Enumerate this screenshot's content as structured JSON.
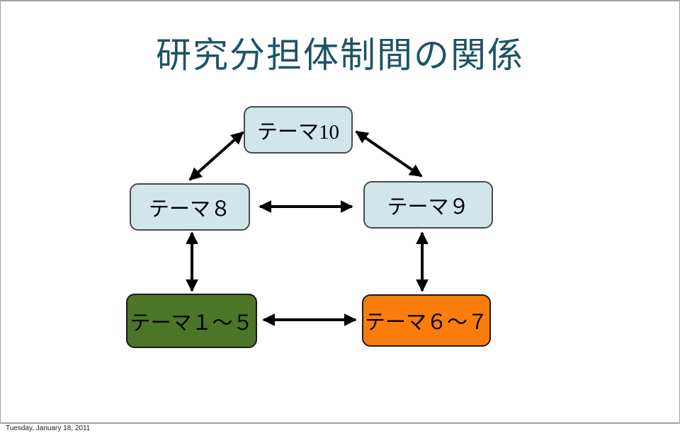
{
  "slide": {
    "title": "研究分担体制間の関係"
  },
  "colors": {
    "title_text": "#1e5366",
    "node_blue": "#d0e6ea",
    "node_green": "#4b7527",
    "node_orange": "#fa7d0c",
    "arrow": "#000000",
    "slide_border": "#a0a0a0"
  },
  "diagram": {
    "nodes": [
      {
        "id": "theme-10",
        "label": "テーマ10",
        "fill": "#d0e6ea"
      },
      {
        "id": "theme-8",
        "label": "テーマ８",
        "fill": "#d0e6ea"
      },
      {
        "id": "theme-9",
        "label": "テーマ９",
        "fill": "#d0e6ea"
      },
      {
        "id": "theme-1-5",
        "label": "テーマ１～５",
        "fill": "#4b7527"
      },
      {
        "id": "theme-6-7",
        "label": "テーマ６～７",
        "fill": "#fa7d0c"
      }
    ],
    "edges": [
      {
        "from": "theme-10",
        "to": "theme-8",
        "direction": "bidirectional"
      },
      {
        "from": "theme-10",
        "to": "theme-9",
        "direction": "bidirectional"
      },
      {
        "from": "theme-8",
        "to": "theme-9",
        "direction": "bidirectional"
      },
      {
        "from": "theme-8",
        "to": "theme-1-5",
        "direction": "bidirectional"
      },
      {
        "from": "theme-9",
        "to": "theme-6-7",
        "direction": "bidirectional"
      },
      {
        "from": "theme-1-5",
        "to": "theme-6-7",
        "direction": "bidirectional"
      }
    ]
  },
  "footer": {
    "date": "Tuesday, January 18, 2011"
  }
}
